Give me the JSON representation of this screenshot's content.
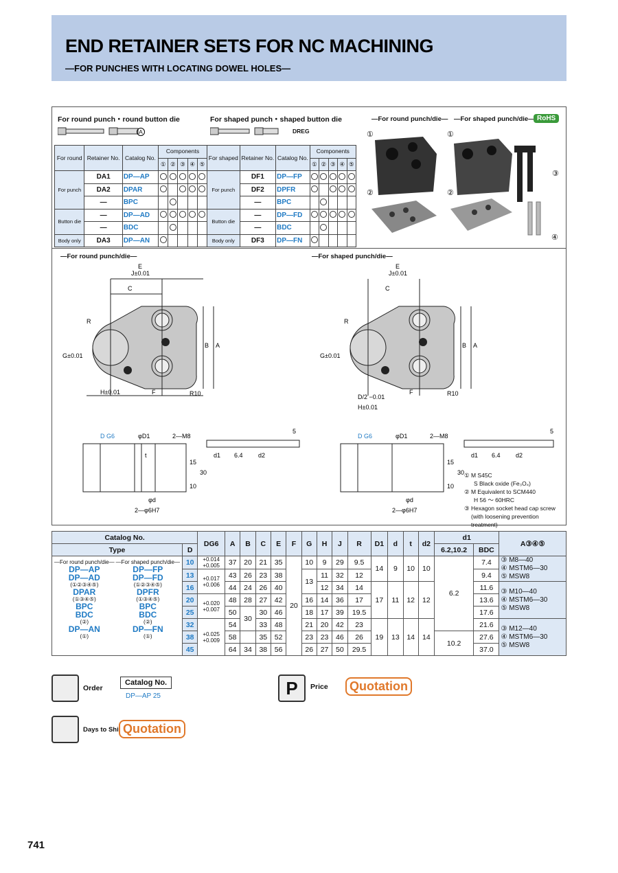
{
  "header": {
    "title": "END RETAINER SETS FOR NC MACHINING",
    "subtitle": "—FOR PUNCHES WITH LOCATING DOWEL HOLES—"
  },
  "round_set": {
    "title": "For round punch・round button die",
    "mark": "A",
    "h_type": "For round",
    "h_ret": "Retainer No.",
    "h_cat": "Catalog No.",
    "h_comp": "Components",
    "nums": [
      "①",
      "②",
      "③",
      "④",
      "⑤"
    ],
    "rows": [
      {
        "type": "For punch",
        "ret": "DA1",
        "cat": "DP—AP",
        "c": [
          1,
          1,
          1,
          1,
          1
        ]
      },
      {
        "type": "",
        "ret": "DA2",
        "cat": "DPAR",
        "c": [
          1,
          0,
          1,
          1,
          1
        ]
      },
      {
        "type": "",
        "ret": "—",
        "cat": "BPC",
        "c": [
          0,
          1,
          0,
          0,
          0
        ]
      },
      {
        "type": "Button die",
        "ret": "—",
        "cat": "DP—AD",
        "c": [
          1,
          1,
          1,
          1,
          1
        ]
      },
      {
        "type": "",
        "ret": "—",
        "cat": "BDC",
        "c": [
          0,
          1,
          0,
          0,
          0
        ]
      },
      {
        "type": "Body only",
        "ret": "DA3",
        "cat": "DP—AN",
        "c": [
          1,
          0,
          0,
          0,
          0
        ]
      }
    ]
  },
  "shaped_set": {
    "title": "For shaped punch・shaped button die",
    "marks": "DREG",
    "h_type": "For shaped",
    "rows": [
      {
        "type": "For punch",
        "ret": "DF1",
        "cat": "DP—FP",
        "c": [
          1,
          1,
          1,
          1,
          1
        ]
      },
      {
        "type": "",
        "ret": "DF2",
        "cat": "DPFR",
        "c": [
          1,
          0,
          1,
          1,
          1
        ]
      },
      {
        "type": "",
        "ret": "—",
        "cat": "BPC",
        "c": [
          0,
          1,
          0,
          0,
          0
        ]
      },
      {
        "type": "Button die",
        "ret": "—",
        "cat": "DP—FD",
        "c": [
          1,
          1,
          1,
          1,
          1
        ]
      },
      {
        "type": "",
        "ret": "—",
        "cat": "BDC",
        "c": [
          0,
          1,
          0,
          0,
          0
        ]
      },
      {
        "type": "Body only",
        "ret": "DF3",
        "cat": "DP—FN",
        "c": [
          1,
          0,
          0,
          0,
          0
        ]
      }
    ]
  },
  "photos": {
    "round_label": "—For round punch/die—",
    "shaped_label": "—For shaped punch/die—",
    "rohs": "RoHS"
  },
  "drawings": {
    "round_label": "—For round punch/die—",
    "shaped_label": "—For shaped punch/die—",
    "dims": {
      "E": "E",
      "J": "J±0.01",
      "C": "C",
      "R": "R",
      "G": "G±0.01",
      "H": "H±0.01",
      "F": "F",
      "B": "B",
      "A": "A",
      "R10": "R10",
      "DG6": "D G6",
      "D1": "φD1",
      "M8": "2—M8",
      "t": "t",
      "d": "φd",
      "dowel": "2—φ6H7",
      "h15": "15",
      "h30": "30",
      "h10": "10",
      "h5": "5",
      "d1": "d1",
      "d64": "6.4",
      "d2": "d2",
      "Dhalf": "D/2 −0.01"
    }
  },
  "materials": [
    "① M S45C",
    "S Black oxide (Fe₃O₄)",
    "② M Equivalent to SCM440",
    "H 56 ～ 60HRC",
    "③ Hexagon socket head cap screw",
    "(with loosening prevention treatment)"
  ],
  "spec": {
    "head_cat": "Catalog No.",
    "head_type": "Type",
    "head_D": "D",
    "cols": [
      "DG6",
      "A",
      "B",
      "C",
      "E",
      "F",
      "G",
      "H",
      "J",
      "R",
      "D1",
      "d",
      "t",
      "d2"
    ],
    "d1_head": "d1",
    "bpc": [
      "6.2",
      "10.2"
    ],
    "bdc": "BDC",
    "comp_head": "A③④⑤",
    "round_head": "—For round punch/die—",
    "shaped_head": "—For shaped punch/die—",
    "round_types": [
      "DP—AP",
      "DP—AD",
      "(①②③④⑤)",
      "DPAR",
      "(①③④⑤)",
      "BPC",
      "BDC",
      "(②)",
      "DP—AN",
      "(①)"
    ],
    "shaped_types": [
      "DP—FP",
      "DP—FD",
      "(①②③④⑤)",
      "DPFR",
      "(①③④⑤)",
      "BPC",
      "BDC",
      "(②)",
      "DP—FN",
      "(①)"
    ],
    "rows": [
      {
        "D": "10",
        "A": "37",
        "B": "20",
        "C": "21",
        "E": "35",
        "G": "10",
        "H": "9",
        "J": "29",
        "R": "9.5",
        "bdc": "7.4"
      },
      {
        "D": "13",
        "A": "43",
        "B": "26",
        "C": "23",
        "E": "38",
        "G": "",
        "H": "11",
        "J": "32",
        "R": "12",
        "bdc": "9.4"
      },
      {
        "D": "16",
        "A": "44",
        "B": "24",
        "C": "26",
        "E": "40",
        "G": "",
        "H": "12",
        "J": "34",
        "R": "14",
        "bdc": "11.6"
      },
      {
        "D": "20",
        "A": "48",
        "B": "28",
        "C": "27",
        "E": "42",
        "G": "16",
        "H": "14",
        "J": "36",
        "R": "17",
        "bdc": "13.6"
      },
      {
        "D": "25",
        "A": "50",
        "B": "",
        "C": "30",
        "E": "46",
        "G": "18",
        "H": "17",
        "J": "39",
        "R": "19.5",
        "bdc": "17.6"
      },
      {
        "D": "32",
        "A": "54",
        "B": "30",
        "C": "33",
        "E": "48",
        "G": "21",
        "H": "20",
        "J": "42",
        "R": "23",
        "bdc": "21.6"
      },
      {
        "D": "38",
        "A": "58",
        "B": "",
        "C": "35",
        "E": "52",
        "G": "23",
        "H": "23",
        "J": "46",
        "R": "26",
        "bdc": "27.6"
      },
      {
        "D": "45",
        "A": "64",
        "B": "34",
        "C": "38",
        "E": "56",
        "G": "26",
        "H": "27",
        "J": "50",
        "R": "29.5",
        "bdc": "37.0"
      }
    ],
    "tol": [
      "+0.014\n+0.005",
      "+0.017\n+0.006",
      "+0.020\n+0.007",
      "+0.025\n+0.009"
    ],
    "F": "20",
    "G13": "13",
    "grp": [
      {
        "D1": "14",
        "d": "9",
        "t": "10",
        "d2": "10"
      },
      {
        "D1": "17",
        "d": "11",
        "t": "12",
        "d2": "12"
      },
      {
        "D1": "19",
        "d": "13",
        "t": "14",
        "d2": "14"
      }
    ],
    "comp": [
      [
        "③ M8—40",
        "④ MSTM6—30",
        "⑤ MSW8"
      ],
      [
        "③ M10—40",
        "④ MSTM6—30",
        "⑤ MSW8"
      ],
      [
        "③ M12—40",
        "④ MSTM6—30",
        "⑤ MSW8"
      ]
    ]
  },
  "order": {
    "label": "Order",
    "cat_head": "Catalog No.",
    "example": "DP—AP  25",
    "price_label": "Price",
    "price": "Quotation",
    "ship_label": "Days to Ship",
    "ship": "Quotation"
  },
  "page": "741"
}
